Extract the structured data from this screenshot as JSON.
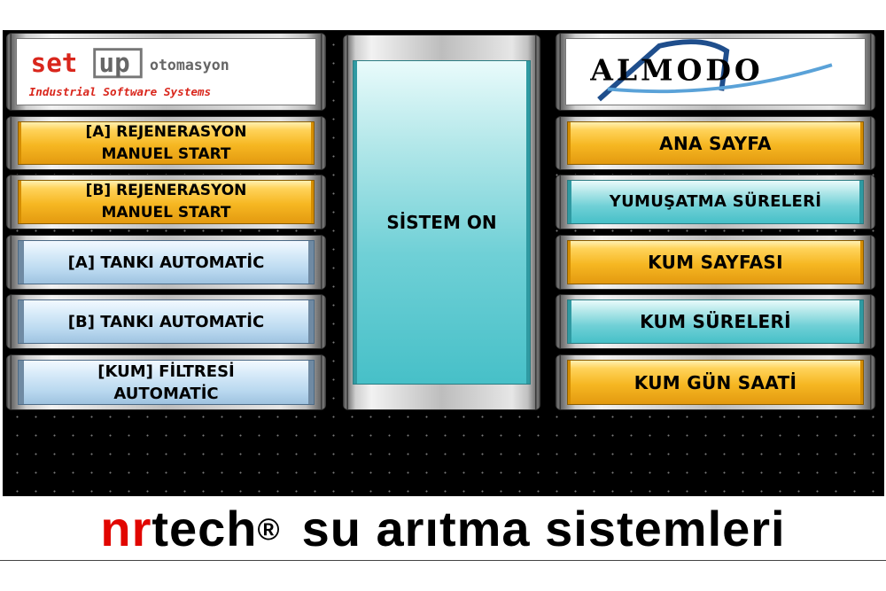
{
  "logos": {
    "setup": {
      "brand_set": "set",
      "brand_up": "up",
      "brand_tail": "otomasyon",
      "tagline": "Industrial Software Systems"
    },
    "almodo": {
      "text": "ALMODO"
    }
  },
  "left_buttons": [
    {
      "line1": "[A] REJENERASYON",
      "line2": "MANUEL START"
    },
    {
      "line1": "[B] REJENERASYON",
      "line2": "MANUEL START"
    },
    {
      "line1": "[A] TANKI AUTOMATİC",
      "line2": ""
    },
    {
      "line1": "[B] TANKI AUTOMATİC",
      "line2": ""
    },
    {
      "line1": "[KUM] FİLTRESİ",
      "line2": "AUTOMATİC"
    }
  ],
  "center": {
    "system_label": "SİSTEM ON"
  },
  "right_buttons": [
    {
      "label": "ANA SAYFA"
    },
    {
      "label": "YUMUŞATMA SÜRELERİ"
    },
    {
      "label": "KUM SAYFASI"
    },
    {
      "label": "KUM SÜRELERİ"
    },
    {
      "label": "KUM GÜN SAATİ"
    }
  ],
  "footer": {
    "brand_nr": "nr",
    "brand_tech": "tech",
    "registered": "®",
    "slogan": "su arıtma sistemleri"
  },
  "colors": {
    "orange": "#f6b722",
    "blue": "#b9d8ef",
    "teal": "#47c0c8",
    "red": "#e10600",
    "background": "#000000"
  }
}
